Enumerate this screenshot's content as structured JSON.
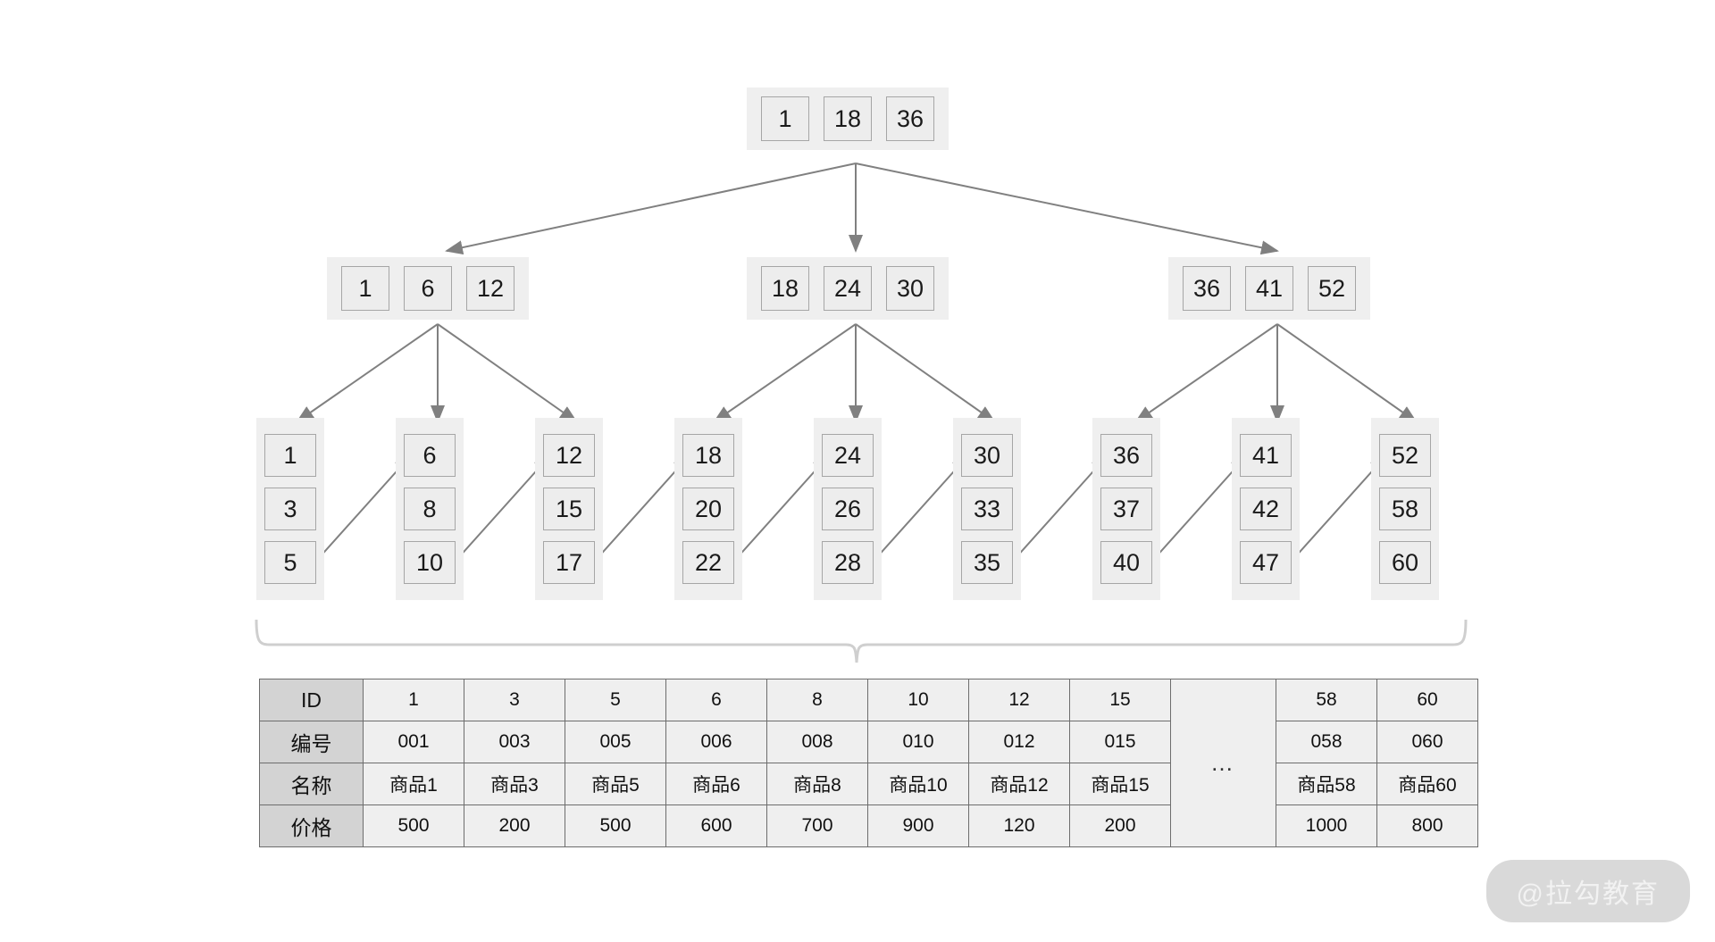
{
  "diagram": {
    "title": "B+Tree index structure with data page table",
    "type": "b-plus-tree",
    "levels": 3
  },
  "tree": {
    "root": {
      "name": "root-node",
      "keys": [
        "1",
        "18",
        "36"
      ]
    },
    "internal": [
      {
        "name": "internal-node-1",
        "keys": [
          "1",
          "6",
          "12"
        ]
      },
      {
        "name": "internal-node-2",
        "keys": [
          "18",
          "24",
          "30"
        ]
      },
      {
        "name": "internal-node-3",
        "keys": [
          "36",
          "41",
          "52"
        ]
      }
    ],
    "leaves": [
      {
        "name": "leaf-node-1",
        "keys": [
          "1",
          "3",
          "5"
        ]
      },
      {
        "name": "leaf-node-2",
        "keys": [
          "6",
          "8",
          "10"
        ]
      },
      {
        "name": "leaf-node-3",
        "keys": [
          "12",
          "15",
          "17"
        ]
      },
      {
        "name": "leaf-node-4",
        "keys": [
          "18",
          "20",
          "22"
        ]
      },
      {
        "name": "leaf-node-5",
        "keys": [
          "24",
          "26",
          "28"
        ]
      },
      {
        "name": "leaf-node-6",
        "keys": [
          "30",
          "33",
          "35"
        ]
      },
      {
        "name": "leaf-node-7",
        "keys": [
          "36",
          "37",
          "40"
        ]
      },
      {
        "name": "leaf-node-8",
        "keys": [
          "41",
          "42",
          "47"
        ]
      },
      {
        "name": "leaf-node-9",
        "keys": [
          "52",
          "58",
          "60"
        ]
      }
    ]
  },
  "table": {
    "row_headers": [
      "ID",
      "编号",
      "名称",
      "价格"
    ],
    "ellipsis": "…",
    "columns": [
      {
        "id": "1",
        "code": "001",
        "name": "商品1",
        "price": "500"
      },
      {
        "id": "3",
        "code": "003",
        "name": "商品3",
        "price": "200"
      },
      {
        "id": "5",
        "code": "005",
        "name": "商品5",
        "price": "500"
      },
      {
        "id": "6",
        "code": "006",
        "name": "商品6",
        "price": "600"
      },
      {
        "id": "8",
        "code": "008",
        "name": "商品8",
        "price": "700"
      },
      {
        "id": "10",
        "code": "010",
        "name": "商品10",
        "price": "900"
      },
      {
        "id": "12",
        "code": "012",
        "name": "商品12",
        "price": "120"
      },
      {
        "id": "15",
        "code": "015",
        "name": "商品15",
        "price": "200"
      }
    ],
    "columns_tail": [
      {
        "id": "58",
        "code": "058",
        "name": "商品58",
        "price": "1000"
      },
      {
        "id": "60",
        "code": "060",
        "name": "商品60",
        "price": "800"
      }
    ]
  },
  "watermark": {
    "text": "@拉勾教育"
  },
  "colors": {
    "node_band": "#efefef",
    "cell_fill": "#ededed",
    "cell_border": "#a6a6a6",
    "arrow": "#808080",
    "table_border": "#6d6d6d",
    "table_head": "#d3d3d3",
    "watermark_bg": "#d9d9d9",
    "watermark_fg": "#f2f2f2"
  }
}
